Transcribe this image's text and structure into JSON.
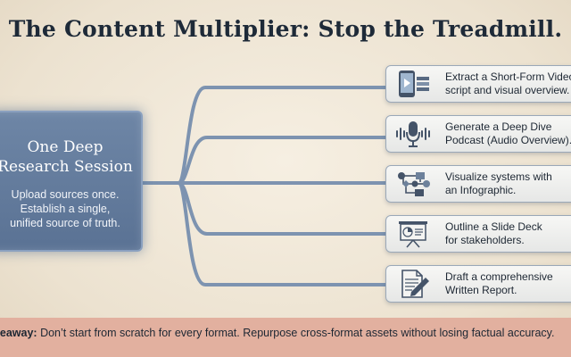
{
  "title": "The Content Multiplier: Stop the Treadmill.",
  "source": {
    "title": "One Deep\nResearch Session",
    "body": "Upload sources once.\nEstablish a single,\nunified source of truth."
  },
  "outputs": [
    {
      "icon": "video-phone-icon",
      "label": "Extract a Short-Form Video\nscript and visual overview."
    },
    {
      "icon": "podcast-microphone-icon",
      "label": "Generate a Deep Dive\nPodcast (Audio Overview)."
    },
    {
      "icon": "flowchart-icon",
      "label": "Visualize systems with\nan Infographic."
    },
    {
      "icon": "slide-presentation-icon",
      "label": "Outline a Slide Deck\nfor stakeholders."
    },
    {
      "icon": "document-pen-icon",
      "label": "Draft a comprehensive\nWritten Report."
    }
  ],
  "takeaway": {
    "label": "akeaway:",
    "text": " Don’t start from scratch for every format. Repurpose cross-format assets without losing factual accuracy."
  },
  "colors": {
    "background": "#efe6d6",
    "source_box": "#5f7898",
    "connector": "#7d93b0",
    "takeaway_bar": "#e2b09f"
  }
}
